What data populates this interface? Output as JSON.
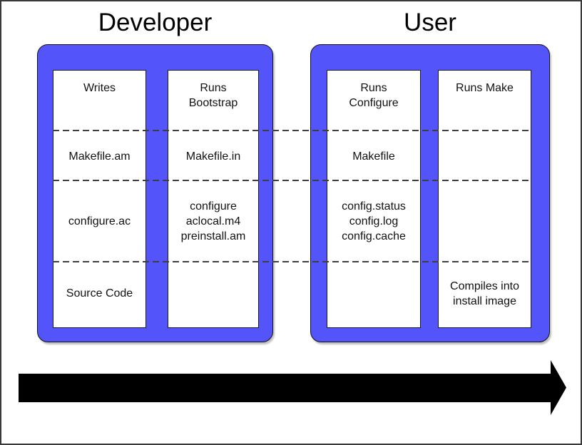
{
  "groups": [
    {
      "title": "Developer",
      "columns": [
        {
          "cells": [
            "Writes",
            "Makefile.am",
            "configure.ac",
            "Source Code"
          ]
        },
        {
          "cells": [
            "Runs\nBootstrap",
            "Makefile.in",
            "configure\naclocal.m4\npreinstall.am",
            ""
          ]
        }
      ]
    },
    {
      "title": "User",
      "columns": [
        {
          "cells": [
            "Runs\nConfigure",
            "Makefile",
            "config.status\nconfig.log\nconfig.cache",
            ""
          ]
        },
        {
          "cells": [
            "Runs Make",
            "",
            "",
            "Compiles into\ninstall image"
          ]
        }
      ]
    }
  ],
  "arrow": {
    "direction": "right"
  },
  "colors": {
    "box_fill": "#5454fb",
    "box_border": "#141414",
    "column_border": "#1c1c1c",
    "dash_color": "#3f3f3f",
    "arrow_fill": "#000000",
    "frame_border": "#3a3a3a",
    "text": "#111111"
  }
}
